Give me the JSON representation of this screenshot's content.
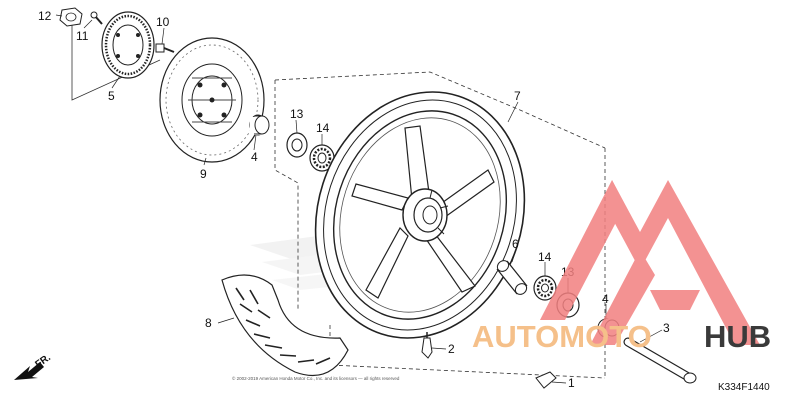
{
  "diagram": {
    "code": "K334F1440",
    "front_marker": "FR.",
    "copyright": "© 2002-2019 American Honda Motor Co., Inc. and its licensors — all rights reserved",
    "parts": [
      {
        "num": "1",
        "part": "valve-cap"
      },
      {
        "num": "2",
        "part": "tire-valve"
      },
      {
        "num": "3",
        "part": "front-axle"
      },
      {
        "num": "4",
        "part": "side-collar"
      },
      {
        "num": "5",
        "part": "pulser-ring"
      },
      {
        "num": "6",
        "part": "distance-collar"
      },
      {
        "num": "7",
        "part": "front-wheel"
      },
      {
        "num": "8",
        "part": "front-tire"
      },
      {
        "num": "9",
        "part": "brake-disc"
      },
      {
        "num": "10",
        "part": "disc-bolt"
      },
      {
        "num": "11",
        "part": "ring-bolt"
      },
      {
        "num": "12",
        "part": "axle-nut"
      },
      {
        "num": "13",
        "part": "dust-seal"
      },
      {
        "num": "14",
        "part": "radial-bearing"
      }
    ]
  },
  "watermark": {
    "brand_left": "AUTOMOTO",
    "brand_right": "HUB",
    "color_left": "#f5c08a",
    "color_right": "#3a3a3a",
    "logo_color": "#f28080"
  }
}
